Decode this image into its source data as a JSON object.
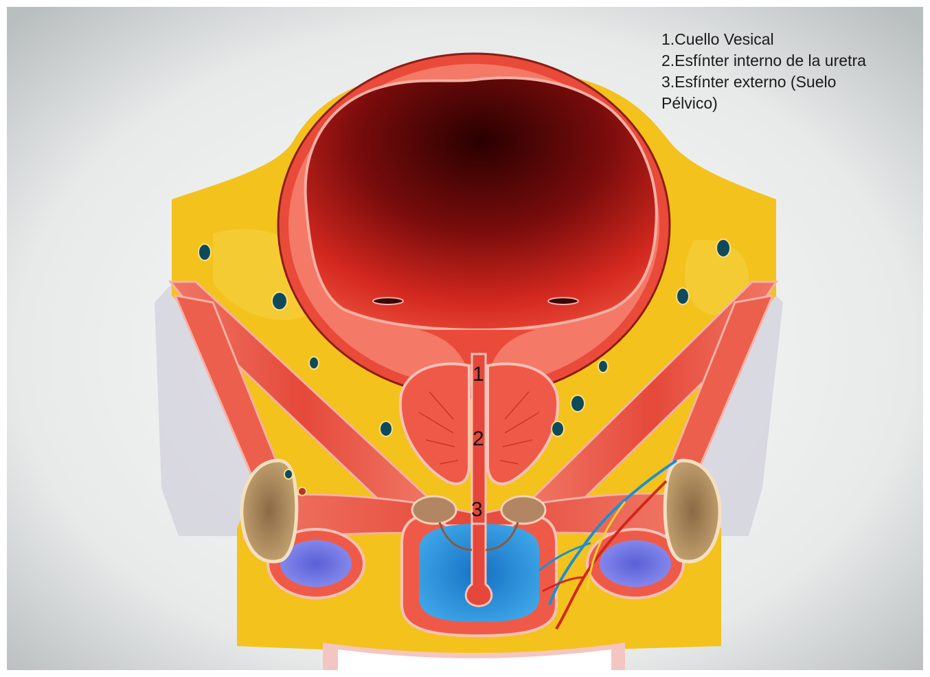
{
  "legend": {
    "item1": "1.Cuello Vesical",
    "item2": "2.Esfínter interno de la uretra",
    "item3_line1": "3.Esfínter externo (Suelo",
    "item3_line2": "Pélvico)"
  },
  "markers": {
    "m1": "1",
    "m2": "2",
    "m3": "3"
  },
  "colors": {
    "background": "#e4e6e6",
    "fat": "#f2c21c",
    "muscle": "#ec5a48",
    "bladder_lumen": "#5a0808",
    "bone": "#b58e5c",
    "cavity_blue": "#1e8fd6"
  }
}
